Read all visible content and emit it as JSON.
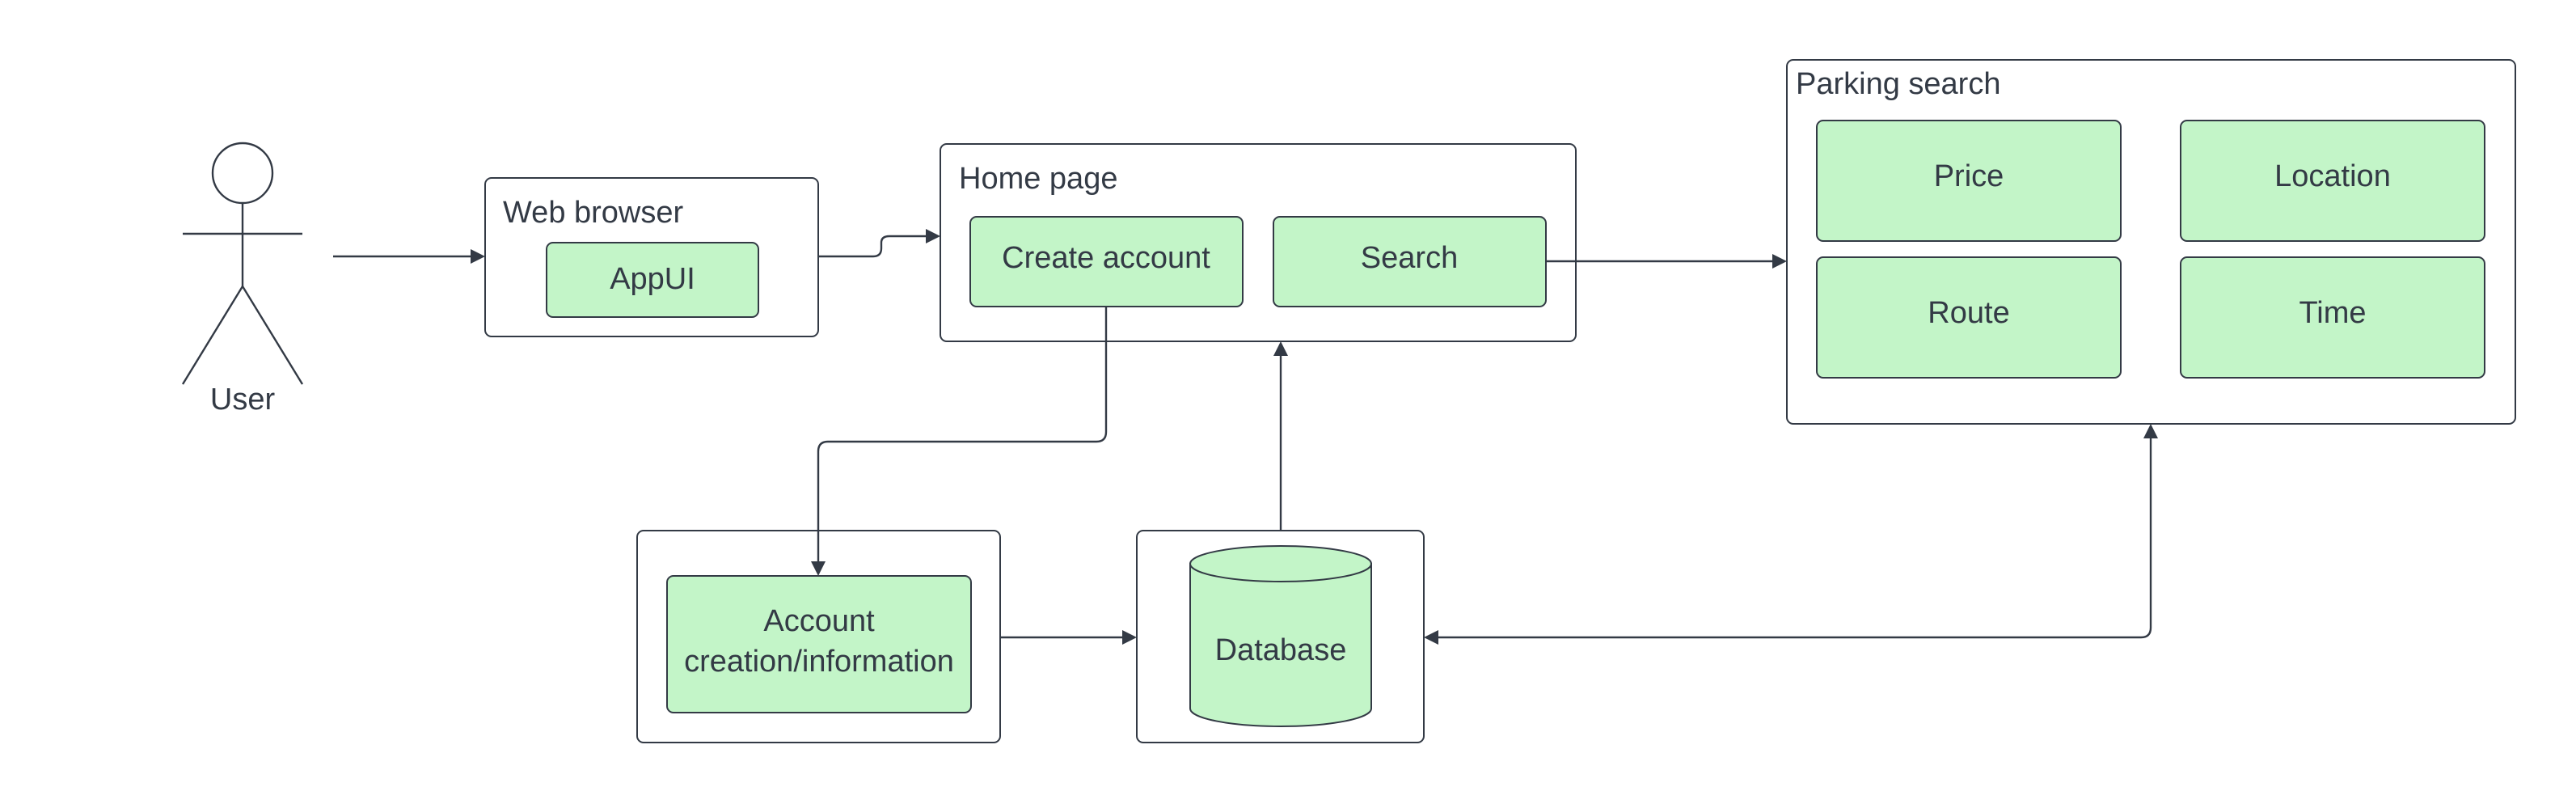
{
  "colors": {
    "node_fill": "#c3f5c8",
    "stroke": "#333a45",
    "text": "#333a45",
    "background": "#ffffff"
  },
  "actor": {
    "label": "User"
  },
  "web_browser": {
    "title": "Web browser",
    "appui": "AppUI"
  },
  "home_page": {
    "title": "Home page",
    "create_account": "Create account",
    "search": "Search"
  },
  "account": {
    "line1": "Account",
    "line2": "creation/information"
  },
  "database": {
    "label": "Database"
  },
  "parking_search": {
    "title": "Parking search",
    "price": "Price",
    "location": "Location",
    "route": "Route",
    "time": "Time"
  }
}
